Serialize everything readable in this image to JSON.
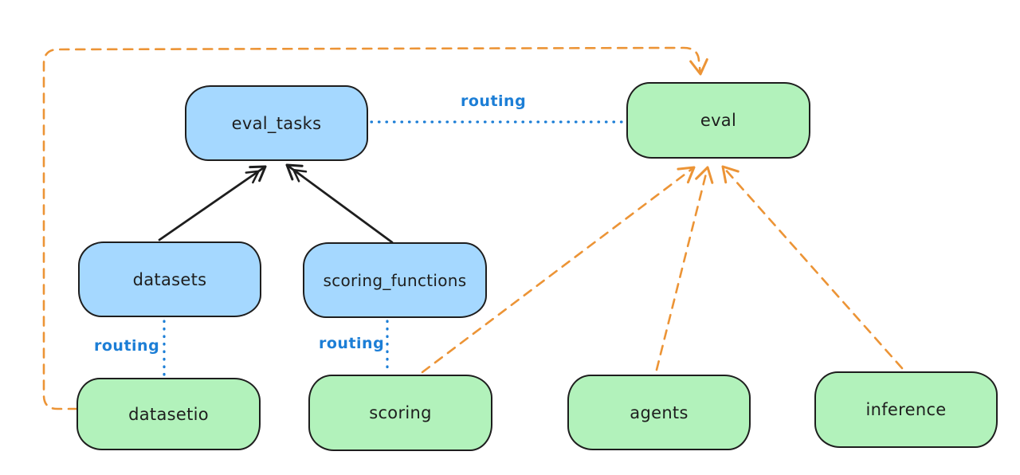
{
  "diagram": {
    "type": "architecture-graph",
    "style": "hand-drawn",
    "background": "#ffffff",
    "colors": {
      "blue_node_fill": "#a5d8ff",
      "green_node_fill": "#b2f2bb",
      "node_stroke": "#1e1e1e",
      "routing_label_blue": "#1c7ed6",
      "dotted_edge_blue": "#1c7ed6",
      "dashed_edge_orange": "#ec9436",
      "solid_edge_black": "#1e1e1e"
    },
    "nodes": [
      {
        "id": "eval_tasks",
        "label": "eval_tasks",
        "fill": "blue"
      },
      {
        "id": "eval",
        "label": "eval",
        "fill": "green"
      },
      {
        "id": "datasets",
        "label": "datasets",
        "fill": "blue"
      },
      {
        "id": "scoring_functions",
        "label": "scoring_functions",
        "fill": "blue"
      },
      {
        "id": "datasetio",
        "label": "datasetio",
        "fill": "green"
      },
      {
        "id": "scoring",
        "label": "scoring",
        "fill": "green"
      },
      {
        "id": "agents",
        "label": "agents",
        "fill": "green"
      },
      {
        "id": "inference",
        "label": "inference",
        "fill": "green"
      }
    ],
    "edges": [
      {
        "from": "datasets",
        "to": "eval_tasks",
        "style": "solid",
        "color": "black",
        "arrowhead": "end",
        "label": ""
      },
      {
        "from": "scoring_functions",
        "to": "eval_tasks",
        "style": "solid",
        "color": "black",
        "arrowhead": "end",
        "label": ""
      },
      {
        "from": "eval_tasks",
        "to": "eval",
        "style": "dotted",
        "color": "blue",
        "arrowhead": "none",
        "label": "routing"
      },
      {
        "from": "datasets",
        "to": "datasetio",
        "style": "dotted",
        "color": "blue",
        "arrowhead": "none",
        "label": "routing"
      },
      {
        "from": "scoring_functions",
        "to": "scoring",
        "style": "dotted",
        "color": "blue",
        "arrowhead": "none",
        "label": "routing"
      },
      {
        "from": "datasetio",
        "to": "eval",
        "style": "dashed",
        "color": "orange",
        "arrowhead": "end",
        "route": "left-and-over-top",
        "label": ""
      },
      {
        "from": "scoring",
        "to": "eval",
        "style": "dashed",
        "color": "orange",
        "arrowhead": "end",
        "label": ""
      },
      {
        "from": "agents",
        "to": "eval",
        "style": "dashed",
        "color": "orange",
        "arrowhead": "end",
        "label": ""
      },
      {
        "from": "inference",
        "to": "eval",
        "style": "dashed",
        "color": "orange",
        "arrowhead": "end",
        "label": ""
      }
    ]
  }
}
